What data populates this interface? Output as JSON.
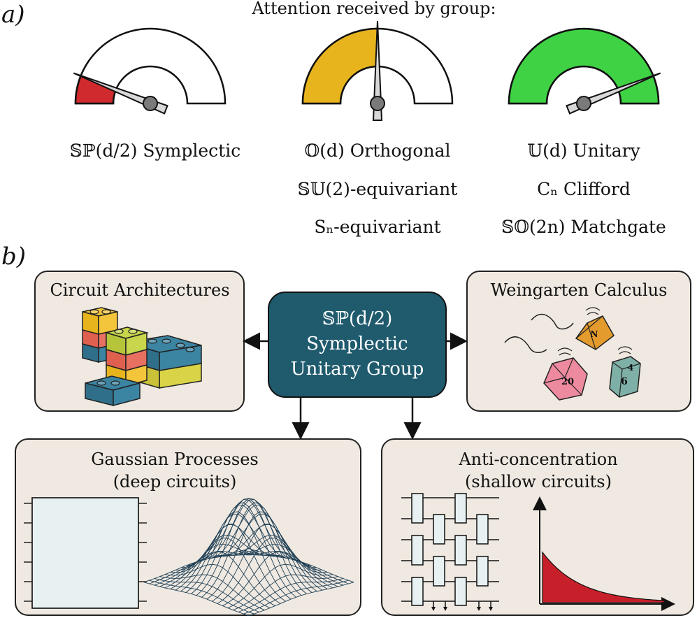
{
  "panel_a": {
    "label": "a)",
    "title": "Attention received by group:",
    "gauges": [
      {
        "name": "symplectic",
        "fill_fraction": 0.12,
        "fill_color": "#d12a2e",
        "needle_fraction": 0.12,
        "captions": [
          "𝕊ℙ(d/2) Symplectic"
        ]
      },
      {
        "name": "orthogonal",
        "fill_fraction": 0.5,
        "fill_color": "#e8b41e",
        "needle_fraction": 0.5,
        "captions": [
          "𝕆(d) Orthogonal",
          "𝕊𝕌(2)-equivariant",
          "Sₙ-equivariant"
        ]
      },
      {
        "name": "unitary",
        "fill_fraction": 1.0,
        "fill_color": "#3fd244",
        "needle_fraction": 0.88,
        "captions": [
          "𝕌(d) Unitary",
          "Cₙ Clifford",
          "𝕊𝕆(2n) Matchgate"
        ]
      }
    ]
  },
  "panel_b": {
    "label": "b)",
    "center": {
      "line1": "𝕊ℙ(d/2)",
      "line2": "Symplectic",
      "line3": "Unitary Group",
      "color": "#1f5a6d"
    },
    "boxes": {
      "circuit": {
        "title": "Circuit Architectures"
      },
      "weingarten": {
        "title": "Weingarten Calculus"
      },
      "gaussian": {
        "title1": "Gaussian Processes",
        "title2": "(deep circuits)"
      },
      "anti": {
        "title1": "Anti-concentration",
        "title2": "(shallow circuits)"
      }
    },
    "dice_labels": [
      "20",
      "6",
      "4",
      "N"
    ]
  },
  "colors": {
    "box_fill": "#efe9e1",
    "box_stroke": "#222222",
    "accent_red": "#c8202a"
  }
}
